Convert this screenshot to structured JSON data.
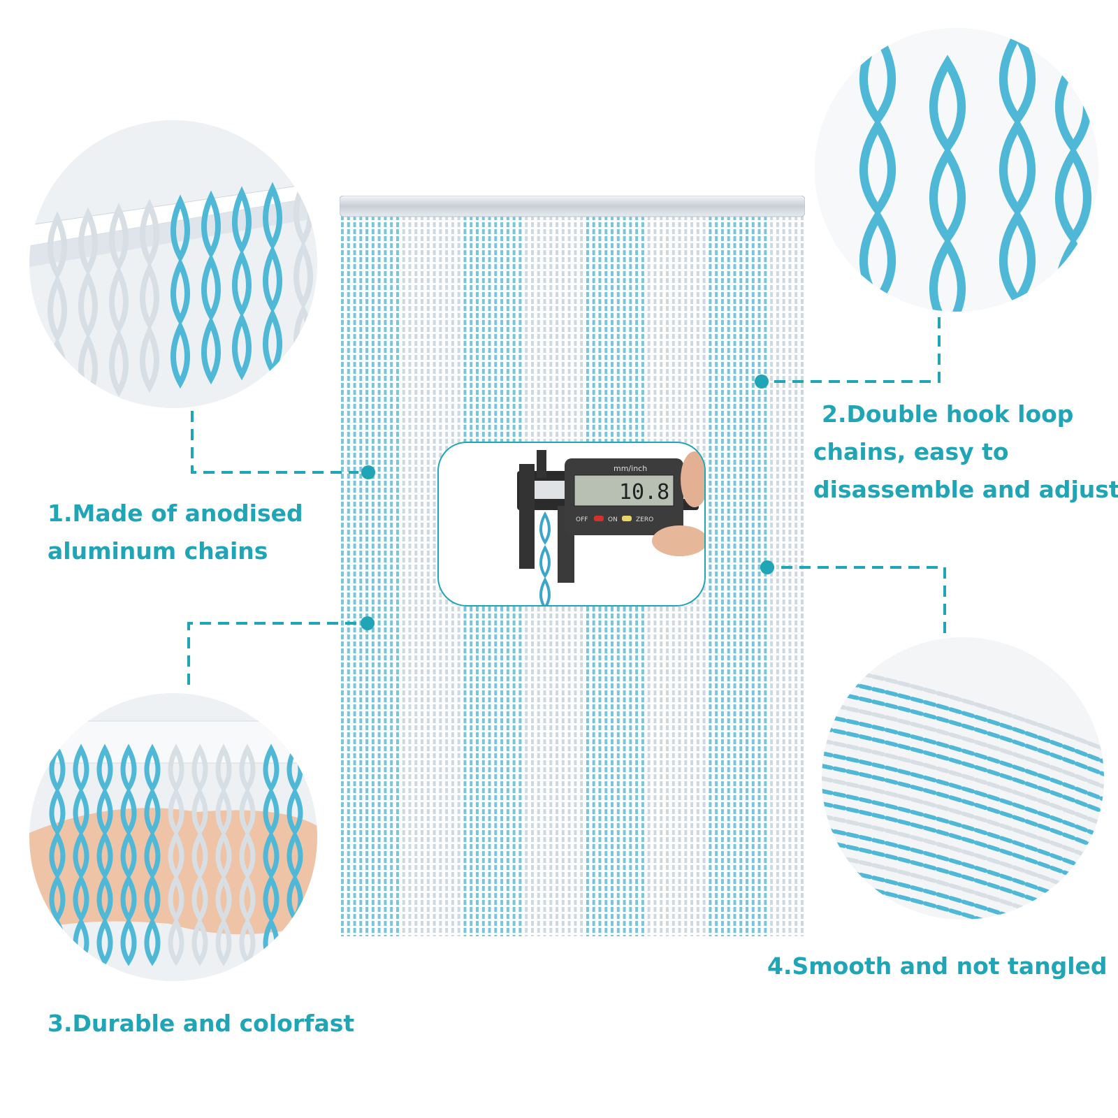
{
  "features": [
    {
      "lines": [
        "1.Made of anodised",
        "aluminum chains"
      ]
    },
    {
      "lines": [
        "2.Double hook loop",
        "chains, easy to",
        "disassemble and adjust"
      ]
    },
    {
      "lines": [
        "3.Durable and colorfast"
      ]
    },
    {
      "lines": [
        "4.Smooth and not tangled"
      ]
    }
  ],
  "caliper": {
    "unit_label": "mm/inch",
    "reading": "10.8",
    "buttons": [
      "OFF",
      "ON",
      "ZERO"
    ]
  },
  "colors": {
    "accent": "#1fa5b5",
    "chain_blue": "#4fb8d6",
    "chain_silver": "#d7dee4"
  },
  "icons": [
    "magnifier-circle",
    "connector-dot"
  ]
}
